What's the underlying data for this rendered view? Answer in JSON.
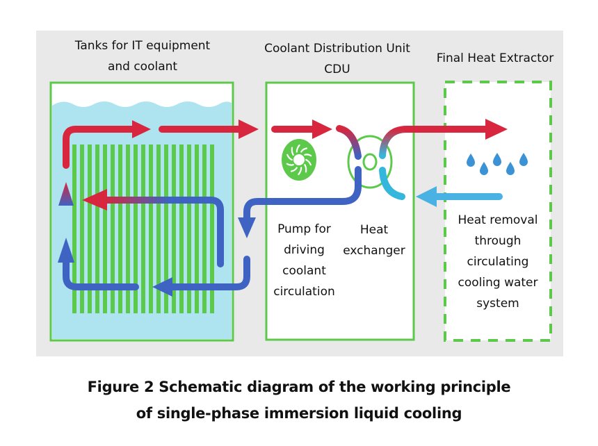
{
  "figure": {
    "caption": "Figure 2 Schematic diagram of the working principle\nof single-phase immersion liquid cooling",
    "sections": {
      "tank": {
        "title": "Tanks for IT equipment\nand coolant"
      },
      "cdu": {
        "title": "Coolant Distribution Unit\nCDU",
        "pump_label": "Pump for\ndriving\ncoolant\ncirculation",
        "exchanger_label": "Heat\nexchanger"
      },
      "extractor": {
        "title": "Final Heat Extractor",
        "description": "Heat removal\nthrough\ncirculating\ncooling water\nsystem"
      }
    },
    "icons": [
      "fan-pump-icon",
      "heat-exchanger-icon",
      "water-drops-icon",
      "server-fins-icon"
    ],
    "colors": {
      "background_panel": "#e9e9e9",
      "box_border": "#5cc94a",
      "coolant_fill": "#aee3f0",
      "hot_flow": "#d7263d",
      "cool_flow": "#3f63c2",
      "cold_water": "#4ab1e3",
      "drops": "#3b93d6"
    }
  }
}
